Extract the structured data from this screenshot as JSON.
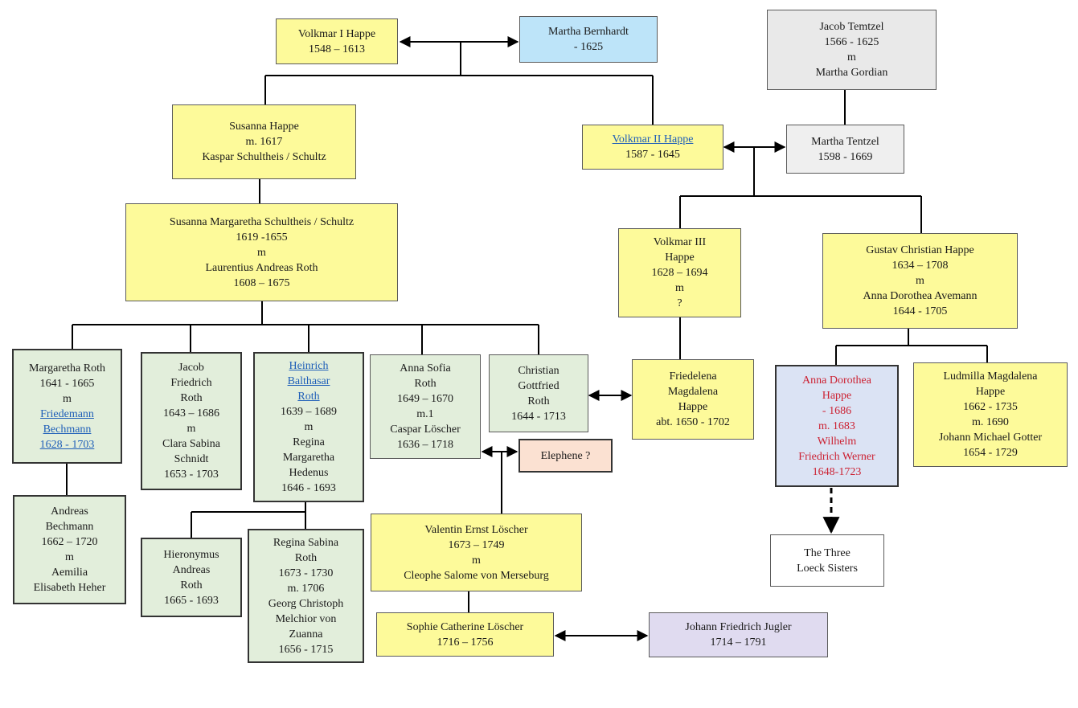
{
  "colors": {
    "yellow": "#fdfa9a",
    "blue": "#bde4f9",
    "gray": "#e9e9e9",
    "green": "#e2eedb",
    "peach": "#fbe1d2",
    "lavender": "#e0dbf0",
    "periwinkle": "#dbe3f4",
    "link": "#1f5fb8",
    "highlight_text": "#cc2233"
  },
  "persons": {
    "volkmar1": {
      "lines": [
        "Volkmar I Happe",
        "1548 – 1613"
      ]
    },
    "martha_bernhardt": {
      "lines": [
        "Martha Bernhardt",
        "- 1625"
      ]
    },
    "jacob_temtzel": {
      "lines": [
        "Jacob Temtzel",
        "1566 - 1625",
        "m",
        "Martha Gordian"
      ]
    },
    "susanna_happe": {
      "lines": [
        "Susanna Happe",
        "m. 1617",
        "Kaspar Schultheis / Schultz"
      ]
    },
    "volkmar2": {
      "lines": [
        "Volkmar II Happe",
        "1587 - 1645"
      ],
      "links": [
        0
      ]
    },
    "martha_tentzel": {
      "lines": [
        "Martha Tentzel",
        "1598 - 1669"
      ]
    },
    "susanna_margaretha": {
      "lines": [
        "Susanna Margaretha Schultheis / Schultz",
        "1619 -1655",
        "m",
        "Laurentius Andreas Roth",
        "1608 – 1675"
      ]
    },
    "volkmar3": {
      "lines": [
        "Volkmar III",
        "Happe",
        "1628 – 1694",
        "m",
        "?"
      ]
    },
    "gustav_christian": {
      "lines": [
        "Gustav Christian Happe",
        "1634 – 1708",
        "m",
        "Anna Dorothea Avemann",
        "1644 - 1705"
      ]
    },
    "margaretha_roth": {
      "lines": [
        "Margaretha Roth",
        "1641 - 1665",
        "m",
        "Friedemann",
        "Bechmann",
        "1628 - 1703"
      ],
      "links": [
        3,
        4,
        5
      ]
    },
    "jacob_friedrich": {
      "lines": [
        "Jacob",
        "Friedrich",
        "Roth",
        "1643 – 1686",
        "m",
        "Clara Sabina",
        "Schnidt",
        "1653 - 1703"
      ]
    },
    "heinrich_balthasar": {
      "lines": [
        "Heinrich",
        "Balthasar",
        "Roth",
        "1639 – 1689",
        "m",
        "Regina",
        "Margaretha",
        "Hedenus",
        "1646 - 1693"
      ],
      "links": [
        0,
        1,
        2
      ]
    },
    "anna_sofia": {
      "lines": [
        "Anna Sofia",
        "Roth",
        "1649 – 1670",
        "m.1",
        "Caspar Löscher",
        "1636 – 1718"
      ]
    },
    "christian_gottfried": {
      "lines": [
        "Christian",
        "Gottfried",
        "Roth",
        "1644 - 1713"
      ]
    },
    "friedelena": {
      "lines": [
        "Friedelena",
        "Magdalena",
        "Happe",
        "abt. 1650 - 1702"
      ]
    },
    "anna_dorothea": {
      "lines": [
        "Anna Dorothea",
        "Happe",
        "- 1686",
        "m. 1683",
        "Wilhelm",
        "Friedrich Werner",
        "1648-1723"
      ]
    },
    "ludmilla": {
      "lines": [
        "Ludmilla Magdalena",
        "Happe",
        "1662 - 1735",
        "m. 1690",
        "Johann Michael Gotter",
        "1654 - 1729"
      ]
    },
    "elephene": {
      "lines": [
        "Elephene ?"
      ]
    },
    "andreas_bechmann": {
      "lines": [
        "Andreas",
        "Bechmann",
        "1662 – 1720",
        "m",
        "Aemilia",
        "Elisabeth Heher"
      ]
    },
    "hieronymus": {
      "lines": [
        "Hieronymus",
        "Andreas",
        "Roth",
        "1665 - 1693"
      ]
    },
    "regina_sabina": {
      "lines": [
        "Regina Sabina",
        "Roth",
        "1673 - 1730",
        "m. 1706",
        "Georg Christoph",
        "Melchior von",
        "Zuanna",
        "1656 - 1715"
      ]
    },
    "valentin_ernst": {
      "lines": [
        "Valentin Ernst Löscher",
        "1673 – 1749",
        "m",
        "Cleophe Salome von Merseburg"
      ]
    },
    "three_loeck": {
      "lines": [
        "The Three",
        "Loeck Sisters"
      ]
    },
    "sophie_catherine": {
      "lines": [
        "Sophie Catherine Löscher",
        "1716 – 1756"
      ]
    },
    "johann_friedrich_jugler": {
      "lines": [
        "Johann Friedrich Jugler",
        "1714 – 1791"
      ]
    }
  }
}
